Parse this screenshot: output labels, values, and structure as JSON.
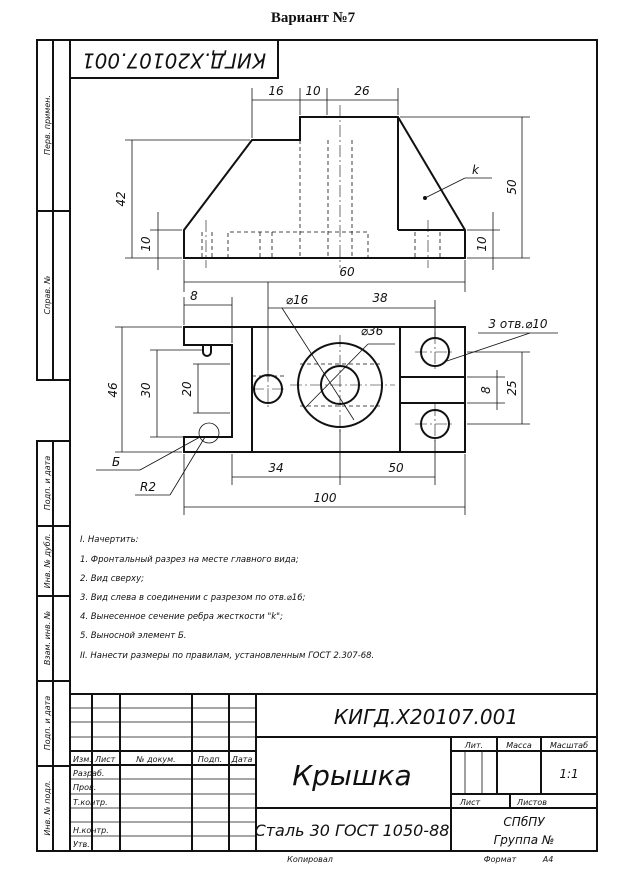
{
  "header": {
    "title": "Вариант №7"
  },
  "designation_inverted": "КИГД.Х20107.001",
  "side_columns": {
    "perv_primen": "Перв. примен.",
    "sprav_no": "Справ. №",
    "podp_data_1": "Подп. и дата",
    "inv_dubl": "Инв. № дубл.",
    "vzam_inv": "Взам. инв. №",
    "podp_data_2": "Подп. и дата",
    "inv_podl": "Инв. № подл."
  },
  "front_view": {
    "dims": {
      "d16": "16",
      "d10": "10",
      "d26": "26",
      "d42": "42",
      "d10_left": "10",
      "d50": "50",
      "d10_right": "10",
      "d60": "60"
    },
    "label_k": "k"
  },
  "top_view": {
    "dims": {
      "d8": "8",
      "d16_dia": "⌀16",
      "d38": "38",
      "d36_dia": "⌀36",
      "holes": "3 отв.⌀10",
      "d46": "46",
      "d30": "30",
      "d20": "20",
      "d8_right": "8",
      "d25": "25",
      "d34": "34",
      "d50": "50",
      "d100": "100"
    },
    "label_b": "Б",
    "label_r2": "R2"
  },
  "notes": [
    "I. Начертить:",
    "1. Фронтальный разрез на месте главного вида;",
    "2. Вид сверху;",
    "3. Вид слева в соединении с разрезом по отв.⌀16;",
    "4. Вынесенное сечение ребра жесткости \"k\";",
    "5. Выносной элемент Б.",
    "II. Нанести размеры по правилам, установленным ГОСТ 2.307-68."
  ],
  "title_block": {
    "designation": "КИГД.Х20107.001",
    "name": "Крышка",
    "material": "Сталь 30 ГОСТ 1050-88",
    "org_line1": "СПбПУ",
    "org_line2": "Группа №",
    "scale": "1:1",
    "headers": {
      "izm": "Изм.",
      "list": "Лист",
      "doc": "№ докум.",
      "podp": "Подп.",
      "data": "Дата",
      "lit": "Лит.",
      "massa": "Масса",
      "masshtab": "Масштаб",
      "list2": "Лист",
      "listov": "Листов"
    },
    "roles": {
      "razrab": "Разраб.",
      "prov": "Пров.",
      "tkontr": "Т.контр.",
      "nkontr": "Н.контр.",
      "utv": "Утв."
    },
    "copied": "Копировал",
    "format_label": "Формат",
    "format_value": "А4"
  }
}
